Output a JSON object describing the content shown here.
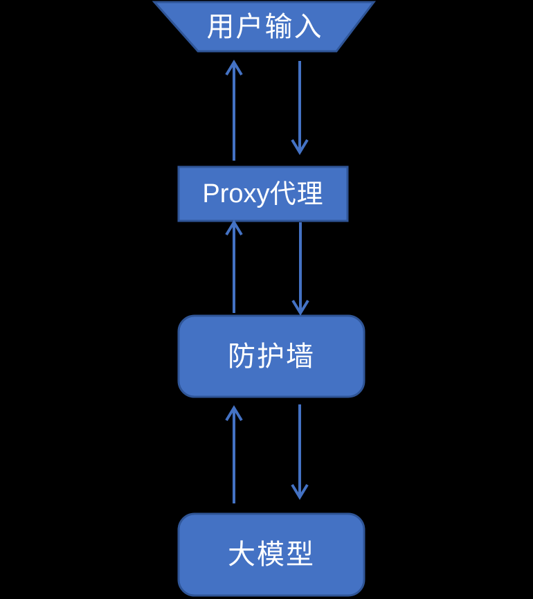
{
  "diagram": {
    "background_color": "#000000",
    "colors": {
      "node_fill": "#4472C4",
      "node_border": "#2F5597",
      "arrow": "#4472C4",
      "text": "#FFFFFF"
    },
    "nodes": [
      {
        "id": "user-input",
        "label": "用户输入",
        "shape": "inverted-trapezoid"
      },
      {
        "id": "proxy",
        "label_latin": "Proxy",
        "label_cjk": "代理",
        "shape": "rectangle"
      },
      {
        "id": "firewall",
        "label": "防护墙",
        "shape": "rounded-rectangle"
      },
      {
        "id": "llm",
        "label": "大模型",
        "shape": "rounded-rectangle"
      }
    ],
    "edges": [
      {
        "from": "proxy",
        "to": "user-input",
        "direction": "up"
      },
      {
        "from": "user-input",
        "to": "proxy",
        "direction": "down"
      },
      {
        "from": "firewall",
        "to": "proxy",
        "direction": "up"
      },
      {
        "from": "proxy",
        "to": "firewall",
        "direction": "down"
      },
      {
        "from": "llm",
        "to": "firewall",
        "direction": "up"
      },
      {
        "from": "firewall",
        "to": "llm",
        "direction": "down"
      }
    ]
  }
}
